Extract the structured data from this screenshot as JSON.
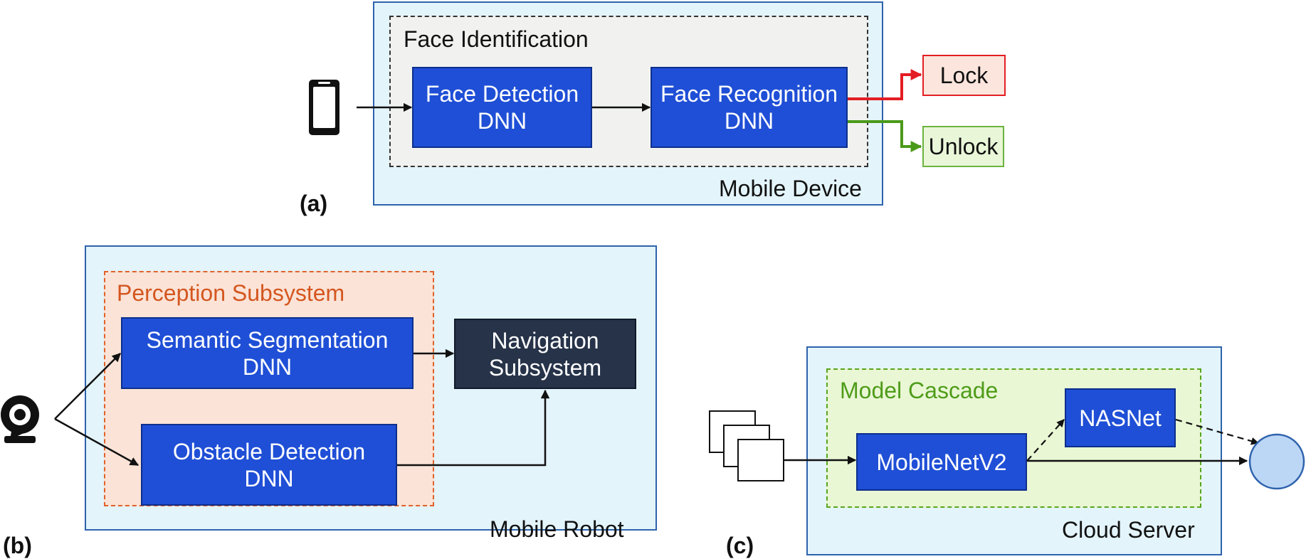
{
  "panel_a": {
    "caption": "(a)",
    "container_label": "Mobile Device",
    "group_label": "Face Identification",
    "boxes": {
      "face_detection": "Face Detection\nDNN",
      "face_recognition": "Face Recognition\nDNN"
    },
    "outputs": {
      "lock": "Lock",
      "unlock": "Unlock"
    },
    "input_icon": "smartphone-icon"
  },
  "panel_b": {
    "caption": "(b)",
    "container_label": "Mobile Robot",
    "group_label": "Perception Subsystem",
    "boxes": {
      "semantic_segmentation": "Semantic Segmentation\nDNN",
      "obstacle_detection": "Obstacle Detection\nDNN",
      "navigation": "Navigation\nSubsystem"
    },
    "input_icon": "webcam-icon"
  },
  "panel_c": {
    "caption": "(c)",
    "container_label": "Cloud Server",
    "group_label": "Model Cascade",
    "boxes": {
      "mobilenet": "MobileNetV2",
      "nasnet": "NASNet"
    },
    "input_icon": "image-stack-icon",
    "output_icon": "output-circle-icon"
  },
  "colors": {
    "container_border": "#2e63ad",
    "container_fill": "#e3f4fb",
    "dnn_fill": "#1f4fd6",
    "nav_fill": "#263349",
    "lock_red": "#e31e24",
    "unlock_green": "#4a9a1a",
    "perception_orange": "#e0632a",
    "cascade_green": "#5aa51e"
  }
}
